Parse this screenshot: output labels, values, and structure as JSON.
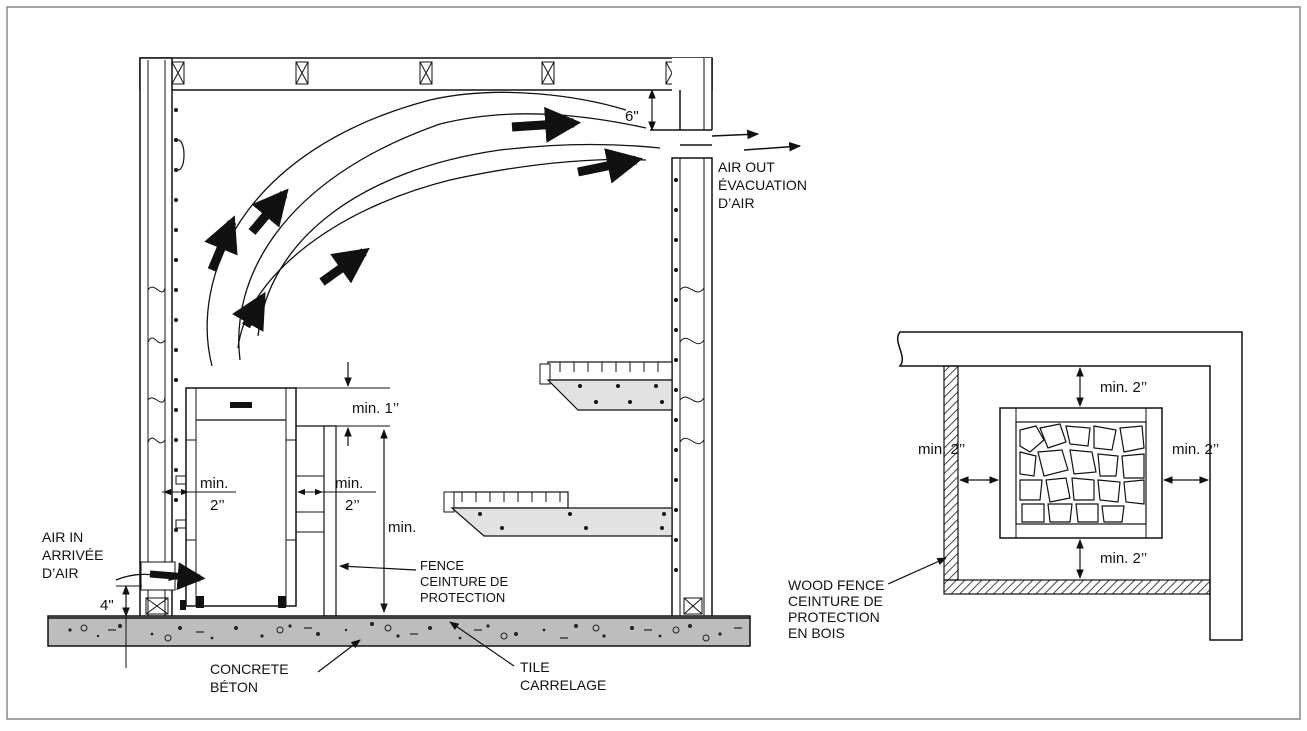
{
  "labels": {
    "air_out": [
      "AIR OUT",
      "ÉVACUATION",
      "D’AIR"
    ],
    "air_in": [
      "AIR IN",
      "ARRIVÉE",
      "D’AIR"
    ],
    "fence": [
      "FENCE",
      "CEINTURE DE",
      "PROTECTION"
    ],
    "concrete": [
      "CONCRETE",
      "BÉTON"
    ],
    "tile": [
      "TILE",
      "CARRELAGE"
    ],
    "wood_fence": [
      "WOOD FENCE",
      "CEINTURE DE",
      "PROTECTION",
      "EN BOIS"
    ]
  },
  "dims": {
    "ceiling_gap": "6\"",
    "heater_top": "min. 1’’",
    "heater_side_left": [
      "min.",
      "2’’"
    ],
    "heater_side_right": [
      "min.",
      "2’’"
    ],
    "heater_height": "min.",
    "floor_inlet": "4\"",
    "plan_top": "min. 2’’",
    "plan_left": "min. 2’’",
    "plan_right": "min. 2’’",
    "plan_bottom": "min. 2’’"
  },
  "colors": {
    "line": "#111111",
    "concrete": "#bdbdbd",
    "bench": "#e2e2e2",
    "frame": "#888888"
  }
}
